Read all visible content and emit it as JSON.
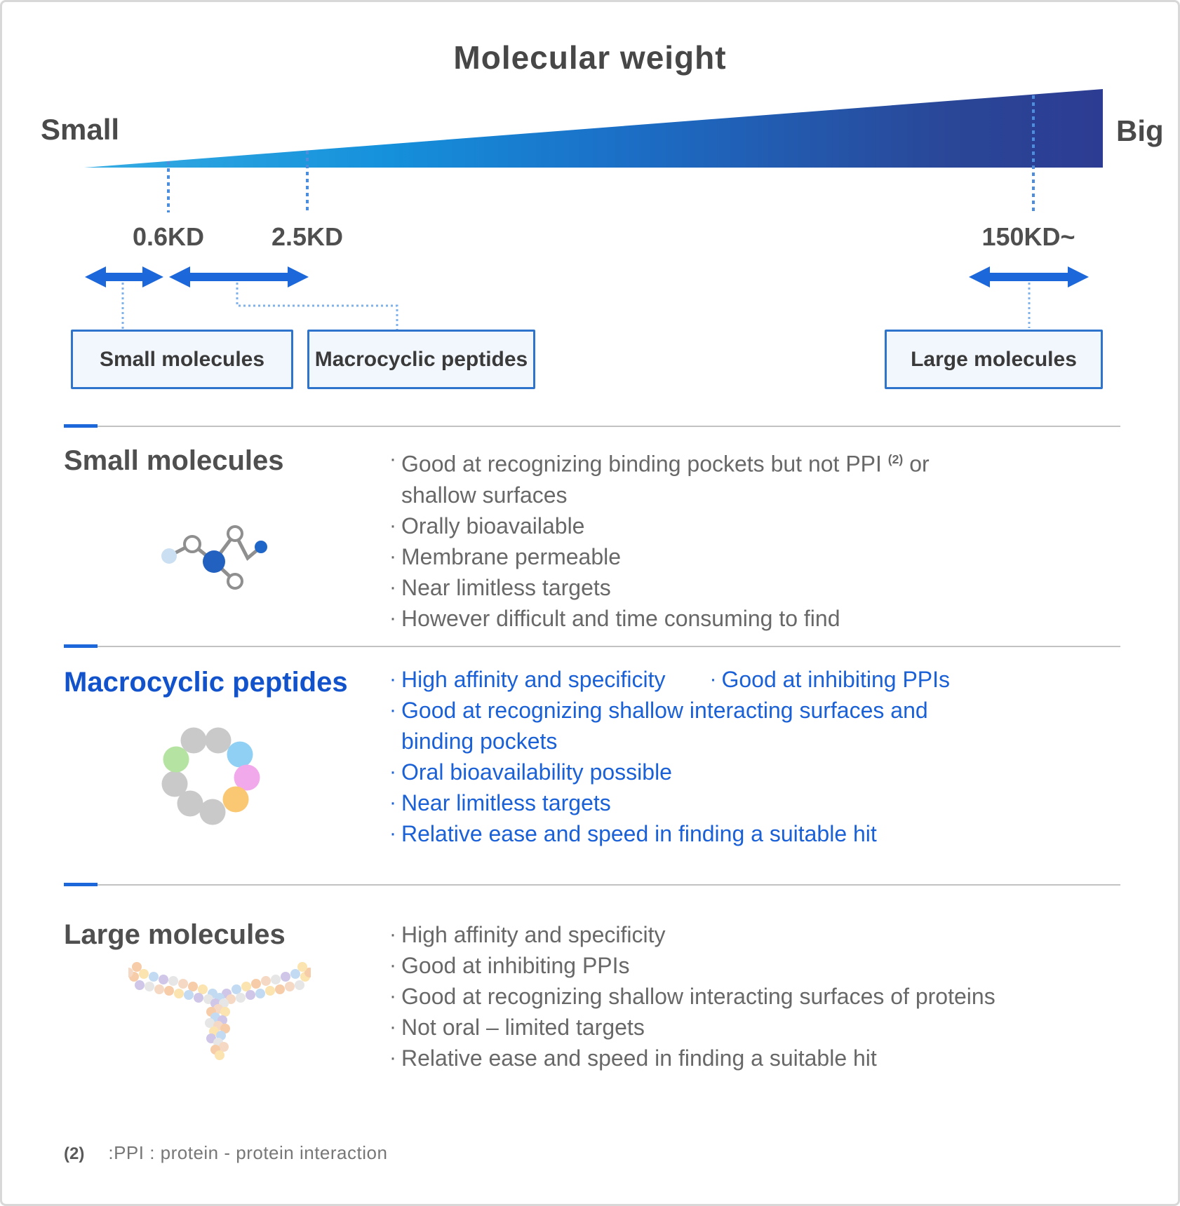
{
  "colors": {
    "wedge_start": "#35ACE3",
    "wedge_mid": "#1C6CC4",
    "wedge_end": "#2C3C92",
    "accent_blue": "#1C67D9",
    "dashed_blue": "#4C8EDD",
    "dotted_blue": "#7FB2EA",
    "box_bg": "#F2F7FD",
    "box_border": "#2E74CC",
    "heading_gray": "#4F4F4F",
    "text_gray": "#686868",
    "heading_blue": "#1253CC",
    "text_blue": "#1A60D6",
    "divider_gray": "#C2C2C2",
    "border_gray": "#D8D8D8",
    "footnote_gray": "#777777"
  },
  "bullet_char": "·",
  "diagram": {
    "title": "Molecular weight",
    "axis": {
      "left_label": "Small",
      "right_label": "Big"
    },
    "ticks": [
      {
        "label": "0.6KD"
      },
      {
        "label": "2.5KD"
      },
      {
        "label": "150KD~"
      }
    ],
    "boxes": [
      {
        "label": "Small molecules"
      },
      {
        "label": "Macrocyclic peptides"
      },
      {
        "label": "Large molecules"
      }
    ]
  },
  "sections": [
    {
      "heading": "Small molecules",
      "style": "gray",
      "bullets": [
        [
          [
            [
              "Good at recognizing binding pockets but not PPI ",
              {
                "sup": "(2)"
              },
              " or"
            ],
            [
              "shallow surfaces"
            ]
          ]
        ],
        [
          [
            [
              "Orally bioavailable"
            ]
          ]
        ],
        [
          [
            [
              "Membrane permeable"
            ]
          ]
        ],
        [
          [
            [
              "Near limitless targets"
            ]
          ]
        ],
        [
          [
            [
              "However difficult and time consuming to find"
            ]
          ]
        ]
      ]
    },
    {
      "heading": "Macrocyclic peptides",
      "style": "blue",
      "bullets": [
        [
          [
            [
              "High affinity and specificity"
            ]
          ],
          [
            [
              "Good at inhibiting PPIs"
            ]
          ]
        ],
        [
          [
            [
              "Good at recognizing shallow interacting surfaces and"
            ],
            [
              "binding pockets"
            ]
          ]
        ],
        [
          [
            [
              "Oral bioavailability possible"
            ]
          ]
        ],
        [
          [
            [
              "Near limitless targets"
            ]
          ]
        ],
        [
          [
            [
              "Relative ease and speed in finding a suitable hit"
            ]
          ]
        ]
      ]
    },
    {
      "heading": "Large molecules",
      "style": "gray",
      "bullets": [
        [
          [
            [
              "High affinity and specificity"
            ]
          ]
        ],
        [
          [
            [
              "Good at inhibiting PPIs"
            ]
          ]
        ],
        [
          [
            [
              "Good at recognizing shallow interacting surfaces of proteins"
            ]
          ]
        ],
        [
          [
            [
              "Not oral – limited targets"
            ]
          ]
        ],
        [
          [
            [
              "Relative ease and speed in finding a suitable hit"
            ]
          ]
        ]
      ]
    }
  ],
  "footnote": {
    "marker": "(2)",
    "text": ":PPI : protein - protein interaction"
  }
}
